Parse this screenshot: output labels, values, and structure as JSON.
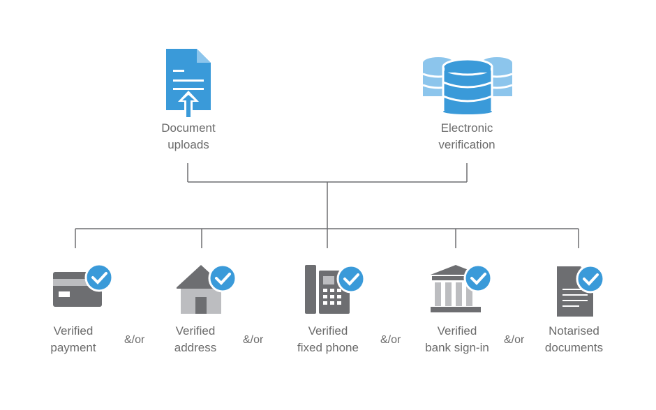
{
  "top": {
    "document_uploads": {
      "line1": "Document",
      "line2": "uploads",
      "icon": "document-upload-icon"
    },
    "electronic_verification": {
      "line1": "Electronic",
      "line2": "verification",
      "icon": "database-icon"
    }
  },
  "bottom": [
    {
      "line1": "Verified",
      "line2": "payment",
      "icon": "credit-card-check-icon"
    },
    {
      "line1": "Verified",
      "line2": "address",
      "icon": "house-check-icon"
    },
    {
      "line1": "Verified",
      "line2": "fixed phone",
      "icon": "desk-phone-check-icon"
    },
    {
      "line1": "Verified",
      "line2": "bank sign-in",
      "icon": "bank-check-icon"
    },
    {
      "line1": "Notarised",
      "line2": "documents",
      "icon": "document-check-icon"
    }
  ],
  "separators": [
    "&/or",
    "&/or",
    "&/or",
    "&/or"
  ],
  "colors": {
    "accent": "#3a9ad9",
    "icon_dark": "#6d6e71",
    "icon_light": "#bcbdc0",
    "line": "#6d6e71",
    "text": "#6b6b6b"
  }
}
